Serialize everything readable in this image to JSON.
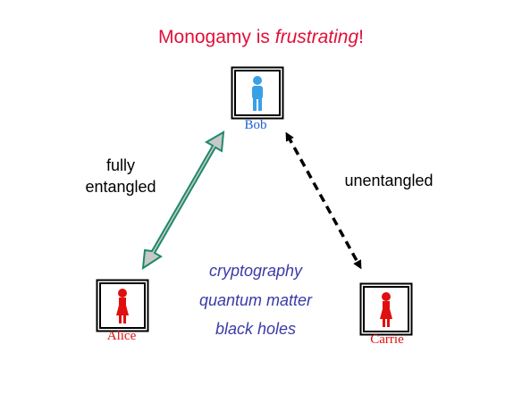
{
  "title": {
    "prefix": "Monogamy is ",
    "emphasis": "frustrating",
    "suffix": "!"
  },
  "people": {
    "bob": {
      "name": "Bob",
      "color": "#1a5fd6",
      "figure_color": "#3aa0e6",
      "icon": "male-person-icon"
    },
    "alice": {
      "name": "Alice",
      "color": "#e01010",
      "figure_color": "#e01010",
      "icon": "female-person-icon"
    },
    "carrie": {
      "name": "Carrie",
      "color": "#e01010",
      "figure_color": "#e01010",
      "icon": "female-person-icon"
    }
  },
  "links": {
    "alice_bob": {
      "line1": "fully",
      "line2": "entangled",
      "style": "solid double arrow",
      "fill": "#c8c8c8",
      "stroke": "#1f8a6a"
    },
    "bob_carrie": {
      "text": "unentangled",
      "style": "dashed double arrow",
      "color": "#000000"
    }
  },
  "applications": [
    "cryptography",
    "quantum matter",
    "black holes"
  ],
  "colors": {
    "title": "#e0103a",
    "applications": "#3a3aa8"
  }
}
